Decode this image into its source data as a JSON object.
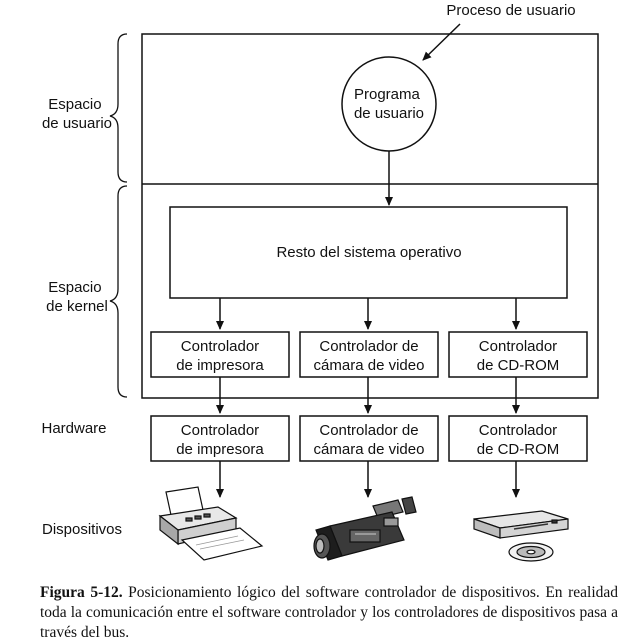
{
  "labels": {
    "proceso_usuario": "Proceso de usuario",
    "espacio_usuario": [
      "Espacio",
      "de usuario"
    ],
    "espacio_kernel": [
      "Espacio",
      "de kernel"
    ],
    "hardware": "Hardware",
    "dispositivos": "Dispositivos"
  },
  "programa": [
    "Programa",
    "de usuario"
  ],
  "resto_so": "Resto del sistema operativo",
  "drivers": [
    [
      "Controlador",
      "de impresora"
    ],
    [
      "Controlador de",
      "cámara de video"
    ],
    [
      "Controlador",
      "de CD-ROM"
    ]
  ],
  "controllers": [
    [
      "Controlador",
      "de impresora"
    ],
    [
      "Controlador de",
      "cámara de video"
    ],
    [
      "Controlador",
      "de CD-ROM"
    ]
  ],
  "devices": [
    {
      "icon": "printer-icon"
    },
    {
      "icon": "video-camera-icon"
    },
    {
      "icon": "cd-rom-drive-icon"
    }
  ],
  "caption": {
    "figure": "Figura 5-12.",
    "text": "Posicionamiento lógico del software controlador de dispositivos. En realidad toda la comunicación entre el software controlador y los controladores de dispositivos pasa a través del bus."
  }
}
